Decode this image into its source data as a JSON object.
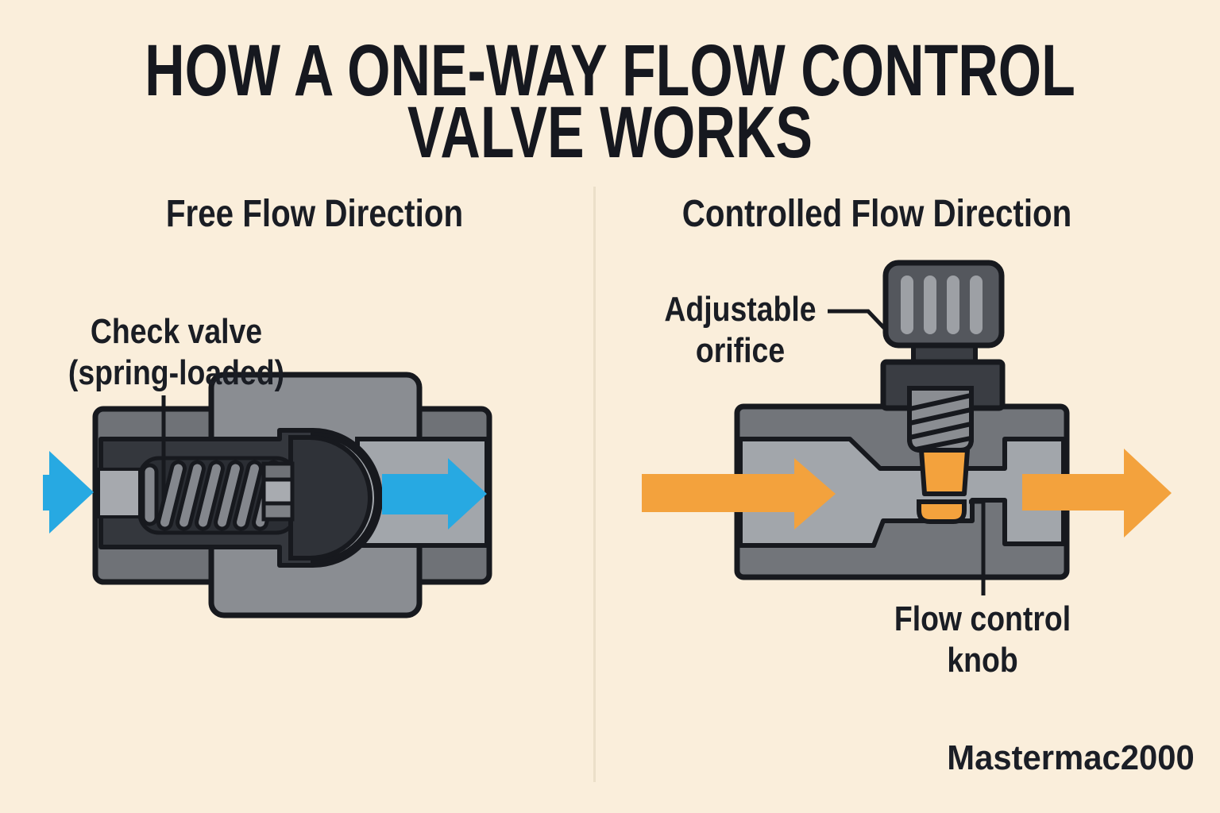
{
  "title": {
    "line1": "HOW A ONE-WAY FLOW CONTROL",
    "line2": "VALVE WORKS"
  },
  "left_panel": {
    "heading": "Free Flow Direction",
    "check_valve_label": {
      "line1": "Check valve",
      "line2": "(spring-loaded)"
    }
  },
  "right_panel": {
    "heading": "Controlled Flow Direction",
    "adjustable_orifice_label": {
      "line1": "Adjustable",
      "line2": "orifice"
    },
    "flow_control_label": {
      "line1": "Flow control",
      "line2": "knob"
    }
  },
  "watermark": "Mastermac2000",
  "colors": {
    "background": "#FAEEDB",
    "outline": "#17191E",
    "text": "#1A1D24",
    "free_flow_arrow_blue": "#27A9E2",
    "controlled_flow_arrow_orange": "#F3A23D",
    "valve_body_gray": "#6F7277",
    "valve_hump_gray": "#8A8D92",
    "channel_light_gray": "#A2A6AB",
    "chamber_dark": "#34373D",
    "spring_housing_dark": "#2B2E34",
    "spring_coil_gray": "#84878D",
    "poppet_dark": "#2F3238",
    "knob_gray": "#54575D",
    "knob_slot_gray": "#9DA0A5",
    "bonnet_dark": "#3A3D43",
    "screw_gray": "#8A8D92",
    "divider": "#EBDFC9"
  }
}
